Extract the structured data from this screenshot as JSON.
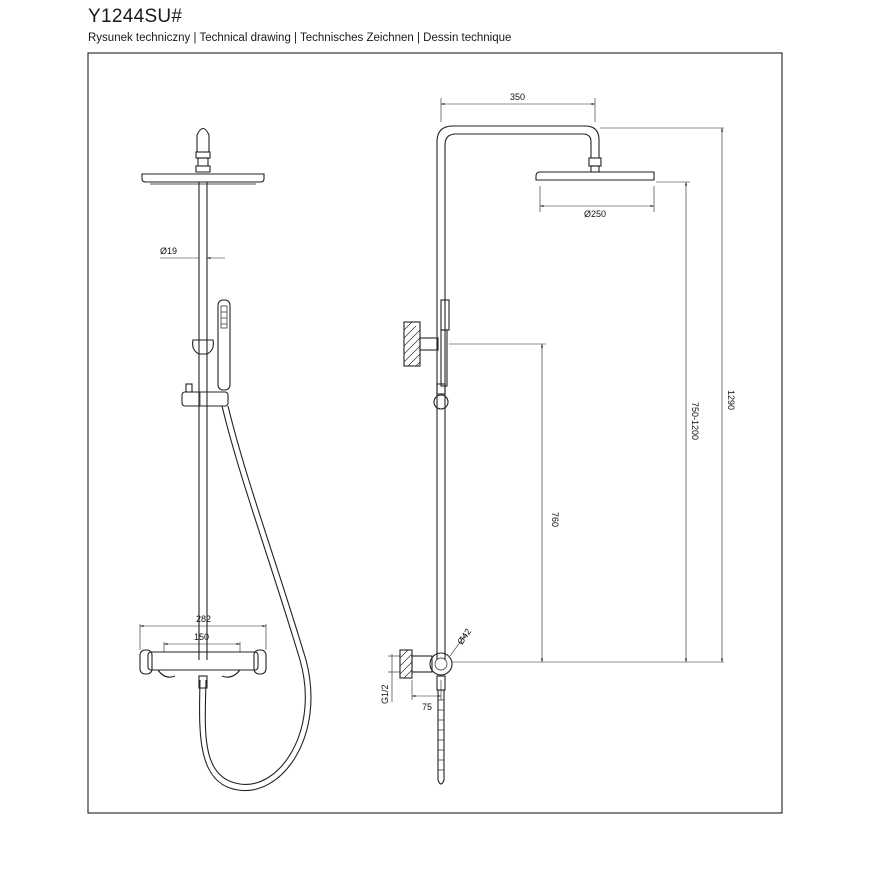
{
  "header": {
    "title": "Y1244SU#",
    "subtitle": "Rysunek techniczny | Technical drawing | Technisches Zeichnen | Dessin technique"
  },
  "dimensions": {
    "rod_diameter": "Ø19",
    "overall_width": "282",
    "axis_spacing": "150",
    "arm_length": "350",
    "head_diameter": "Ø250",
    "total_height": "1290",
    "adjustable_height": "750-1200",
    "valve_height": "760",
    "knob_diameter": "Ø42",
    "wall_offset": "75",
    "thread": "G1/2"
  }
}
